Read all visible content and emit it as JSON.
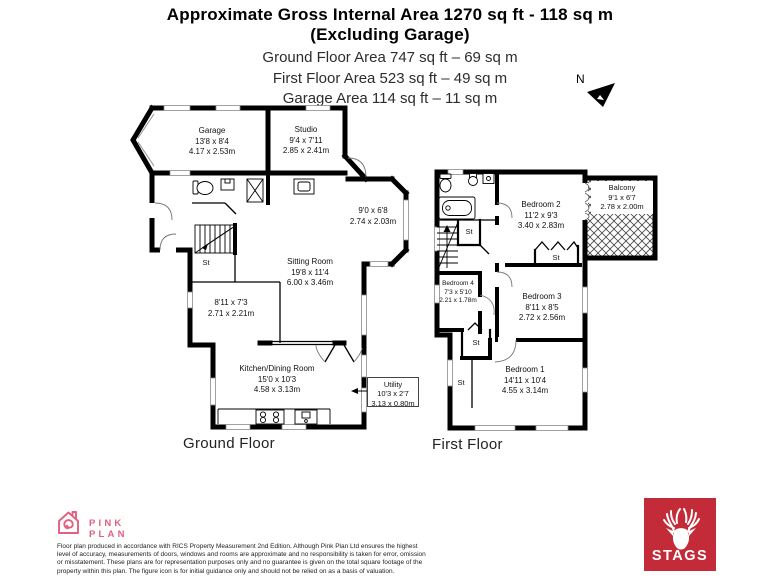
{
  "header": {
    "title_line1": "Approximate Gross Internal Area 1270 sq ft - 118 sq m",
    "title_line2": "(Excluding Garage)",
    "subtitle_lines": [
      "Ground Floor Area 747 sq ft – 69 sq m",
      "First Floor Area 523 sq ft – 49 sq m",
      "Garage Area 114 sq ft – 11 sq m"
    ],
    "compass_label": "N"
  },
  "ground_floor": {
    "label": "Ground Floor",
    "st_label": "St",
    "rooms": {
      "garage": {
        "name": "Garage",
        "dims_ft": "13'8 x 8'4",
        "dims_m": "4.17 x 2.53m"
      },
      "studio": {
        "name": "Studio",
        "dims_ft": "9'4 x 7'11",
        "dims_m": "2.85 x 2.41m"
      },
      "bay_room": {
        "dims_ft": "9'0 x 6'8",
        "dims_m": "2.74 x 2.03m"
      },
      "sitting_room": {
        "name": "Sitting Room",
        "dims_ft": "19'8 x 11'4",
        "dims_m": "6.00 x 3.46m"
      },
      "side_room": {
        "dims_ft": "8'11 x 7'3",
        "dims_m": "2.71 x 2.21m"
      },
      "kitchen": {
        "name": "Kitchen/Dining Room",
        "dims_ft": "15'0 x 10'3",
        "dims_m": "4.58 x 3.13m"
      },
      "utility": {
        "name": "Utility",
        "dims_ft": "10'3 x 2'7",
        "dims_m": "3.13 x 0.80m"
      }
    }
  },
  "first_floor": {
    "label": "First Floor",
    "st_label": "St",
    "rooms": {
      "bedroom2": {
        "name": "Bedroom 2",
        "dims_ft": "11'2 x 9'3",
        "dims_m": "3.40 x 2.83m"
      },
      "balcony": {
        "name": "Balcony",
        "dims_ft": "9'1 x 6'7",
        "dims_m": "2.78 x 2.00m"
      },
      "bedroom4": {
        "name": "Bedroom 4",
        "dims_ft": "7'3 x 5'10",
        "dims_m": "2.21 x 1.78m"
      },
      "bedroom3": {
        "name": "Bedroom 3",
        "dims_ft": "8'11 x 8'5",
        "dims_m": "2.72 x 2.56m"
      },
      "bedroom1": {
        "name": "Bedroom 1",
        "dims_ft": "14'11 x 10'4",
        "dims_m": "4.55 x 3.14m"
      }
    }
  },
  "footer": {
    "brand_name": "PINK PLAN",
    "disclaimer_lines": [
      "Floor plan produced in accordance with RICS Property Measurement 2nd Edition. Although Pink Plan Ltd ensures the highest",
      "level of accuracy, measurements of doors, windows and rooms are approximate and no responsibility is taken for error, omission",
      "or misstatement. These plans are for representation purposes only and no guarantee is given on the total square footage of the",
      "property within this plan. The figure icon is for initial guidance only and should not be relied on as a basis of valuation."
    ],
    "agency_name": "STAGS"
  },
  "colors": {
    "wall": "#000000",
    "pink": "#e2607f",
    "stags_red": "#c32b38"
  }
}
